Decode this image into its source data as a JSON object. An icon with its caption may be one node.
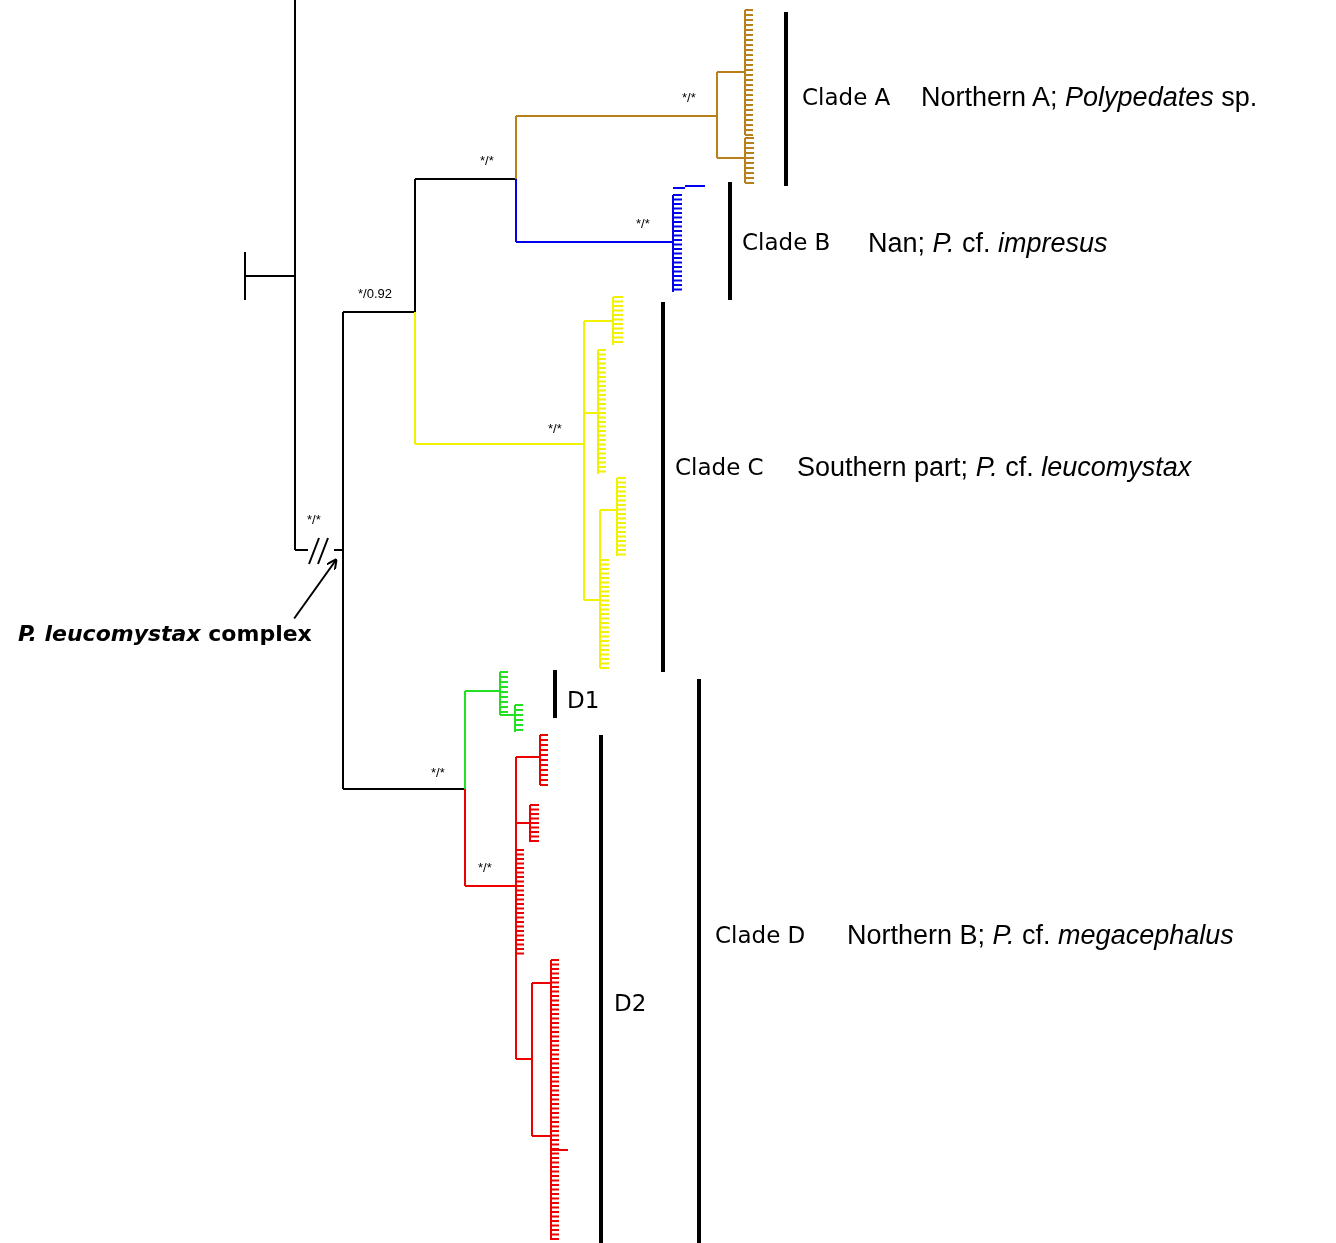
{
  "diagram": {
    "nodes": [
      {
        "text": [
          "*P. leucomystax* complex"
        ]
      },
      {
        "text": [],
        "shape": "break"
      }
    ],
    "edges": [
      {
        "from": 0,
        "to": 1,
        "arrow": "to"
      }
    ],
    "labels": [
      "*/*",
      "*/*",
      "Clade A",
      "Northern A; *Polypedates* sp.",
      "*/*",
      "Clade B",
      "Nan; *P.* cf. *impresus*",
      "*/0.92",
      "*/*",
      "Clade C",
      "Southern part; *P.* cf. *leucomystax*",
      "*/*",
      "D1",
      "*/*",
      "*/*",
      "Clade D",
      "Northern B; *P.* cf. *megacephalus*",
      "D2"
    ]
  }
}
